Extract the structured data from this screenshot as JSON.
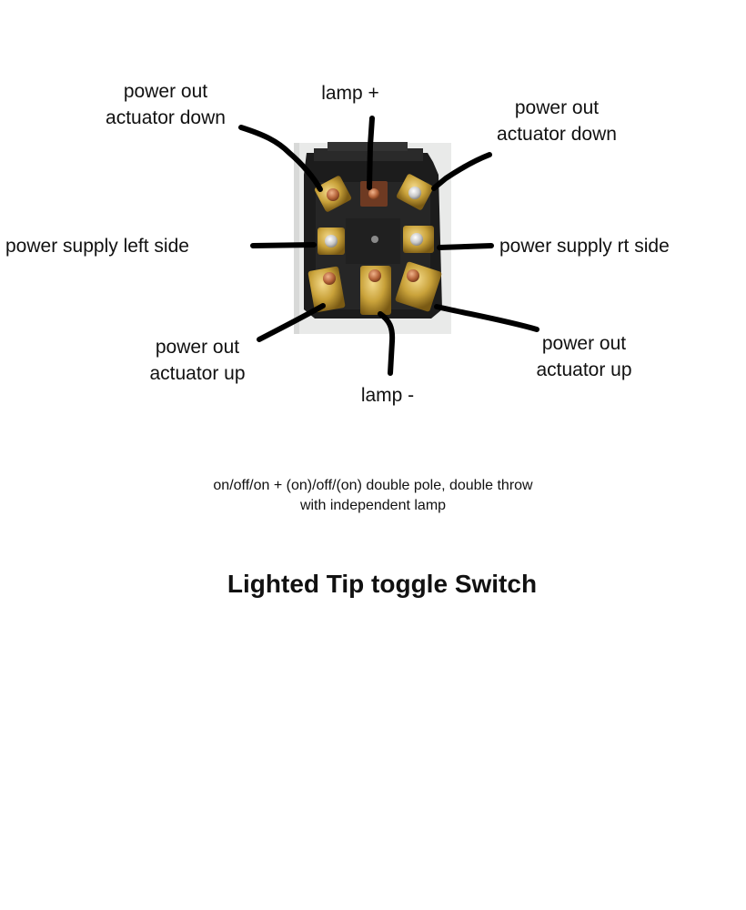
{
  "labels": {
    "top_left": {
      "line1": "power out",
      "line2": "actuator down"
    },
    "top_center": {
      "line1": "lamp +"
    },
    "top_right": {
      "line1": "power out",
      "line2": "actuator down"
    },
    "mid_left": {
      "line1": "power supply left side"
    },
    "mid_right": {
      "line1": "power supply rt side"
    },
    "bottom_left": {
      "line1": "power out",
      "line2": "actuator up"
    },
    "bottom_center": {
      "line1": "lamp -"
    },
    "bottom_right": {
      "line1": "power out",
      "line2": "actuator up"
    }
  },
  "caption": {
    "line1": "on/off/on + (on)/off/(on) double pole, double throw",
    "line2": "with independent lamp"
  },
  "title": "Lighted Tip toggle Switch",
  "colors": {
    "text": "#111111",
    "leader": "#000000",
    "switch_body": "#1c1c1c",
    "brass": "#c9a23a",
    "copper": "#b5643a",
    "silver": "#c8c8c8"
  }
}
